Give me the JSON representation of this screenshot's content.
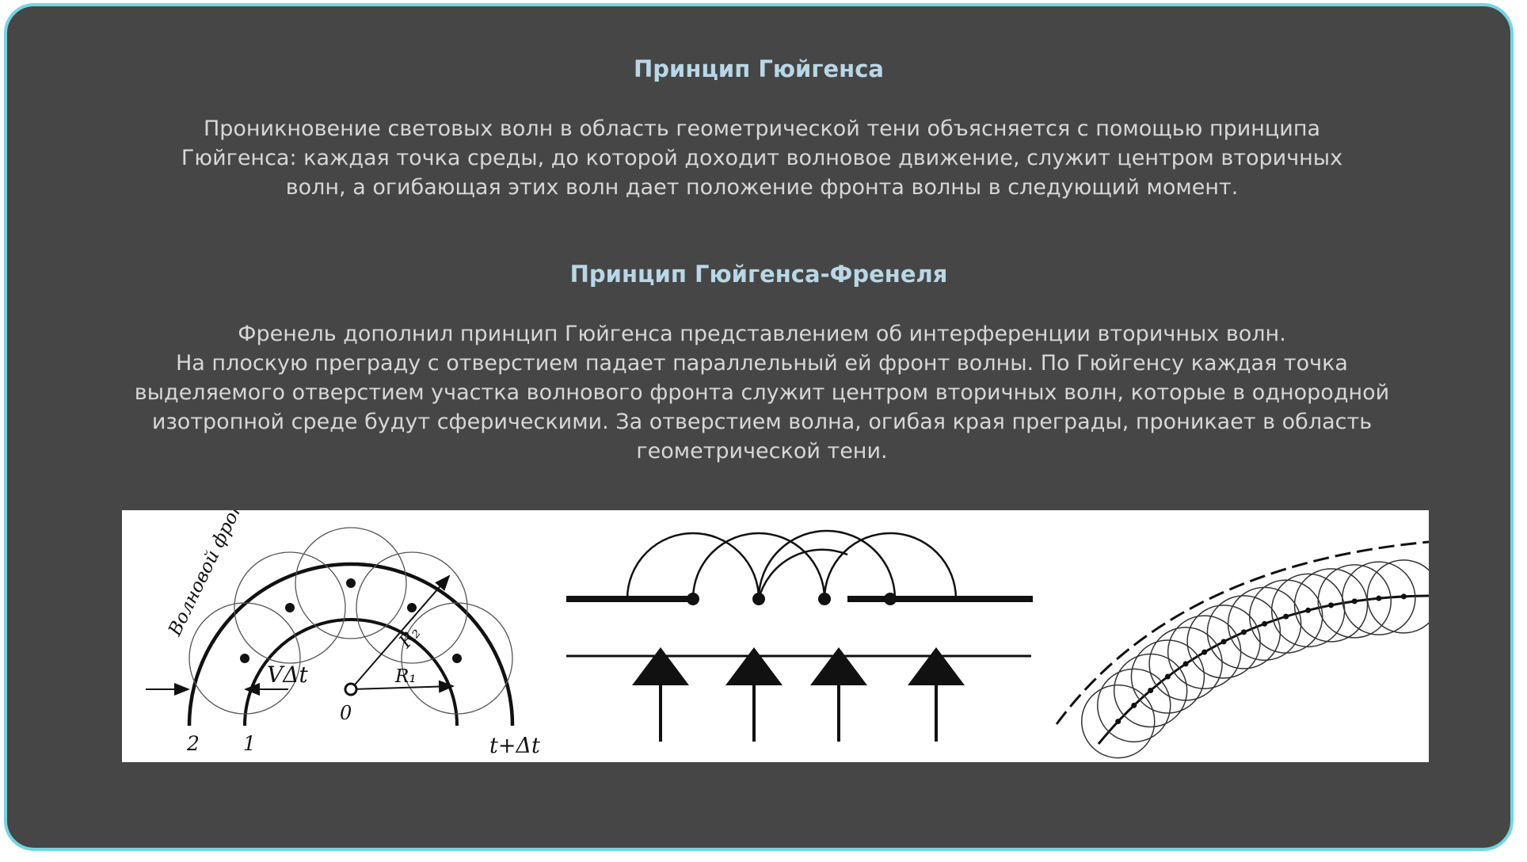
{
  "section1": {
    "title": "Принцип Гюйгенса",
    "lines": [
      "Проникновение световых волн в область геометрической тени объясняется с помощью принципа",
      "Гюйгенса: каждая точка среды, до которой доходит волновое движение, служит центром вторичных",
      "волн, а огибающая этих волн дает положение фронта волны в следующий момент."
    ]
  },
  "section2": {
    "title": "Принцип Гюйгенса-Френеля",
    "lines": [
      "Френель дополнил принцип Гюйгенса представлением об интерференции вторичных волн.",
      "На плоскую преграду с отверстием падает параллельный ей фронт волны. По Гюйгенсу каждая точка",
      "выделяемого отверстием участка волнового фронта служит центром вторичных волн, которые в однородной",
      "изотропной среде будут сферическими. За отверстием волна, огибая края преграды, проникает в область",
      "геометрической тени."
    ]
  },
  "figure1": {
    "front_label": "Волновой фронт",
    "v_label": "VΔt",
    "r1_label": "R₁",
    "r2_label": "R₂",
    "origin_label": "0",
    "label_2": "2",
    "label_1": "1",
    "time_label": "t+Δt"
  },
  "colors": {
    "card_bg": "#464646",
    "border": "#74d5e2",
    "title": "#b9d7e6",
    "text": "#d7d7d7"
  }
}
